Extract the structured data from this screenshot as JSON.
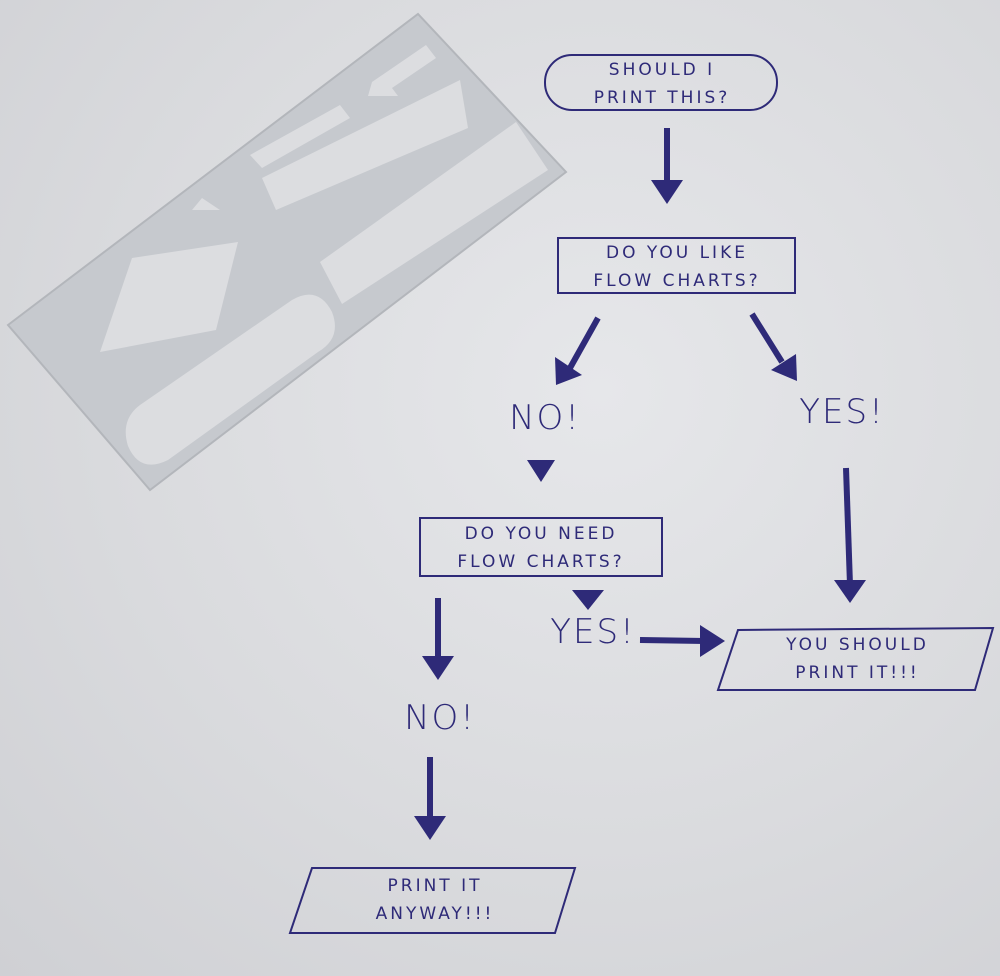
{
  "flowchart": {
    "start": {
      "line1": "SHOULD I",
      "line2": "PRINT THIS?"
    },
    "q1": {
      "line1": "DO YOU LIKE",
      "line2": "FLOW CHARTS?"
    },
    "q1_no": "NO!",
    "q1_yes": "YES!",
    "q2": {
      "line1": "DO YOU NEED",
      "line2": "FLOW CHARTS?"
    },
    "q2_yes": "YES!",
    "q2_no": "NO!",
    "result_yes": {
      "line1": "YOU SHOULD",
      "line2": "PRINT IT!!!"
    },
    "result_no": {
      "line1": "PRINT IT",
      "line2": "ANYWAY!!!"
    }
  },
  "colors": {
    "ink": "#2e2a78",
    "paper": "#dcdde0",
    "stencil": "#c9ccd1"
  },
  "objects": {
    "stencil": "flowchart-stencil-3d-printed"
  }
}
